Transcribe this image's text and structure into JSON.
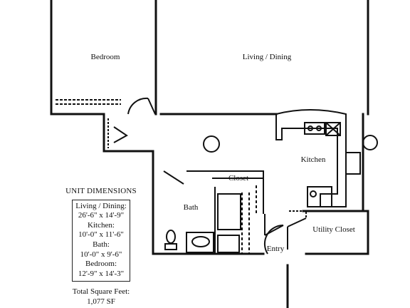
{
  "rooms": {
    "bedroom": "Bedroom",
    "living_dining": "Living / Dining",
    "kitchen": "Kitchen",
    "closet": "Closet",
    "bath": "Bath",
    "utility_closet": "Utility Closet",
    "entry": "Entry"
  },
  "unit_dimensions": {
    "heading": "UNIT DIMENSIONS",
    "living_dining_label": "Living / Dining:",
    "living_dining_value": "26'-6\" x 14'-9\"",
    "kitchen_label": "Kitchen:",
    "kitchen_value": "10'-0\" x 11'-6\"",
    "bath_label": "Bath:",
    "bath_value": "10'-0\" x 9'-6\"",
    "bedroom_label": "Bedroom:",
    "bedroom_value": "12'-9\" x 14'-3\"",
    "total_label": "Total Square Feet:",
    "total_value": "1,077 SF"
  }
}
